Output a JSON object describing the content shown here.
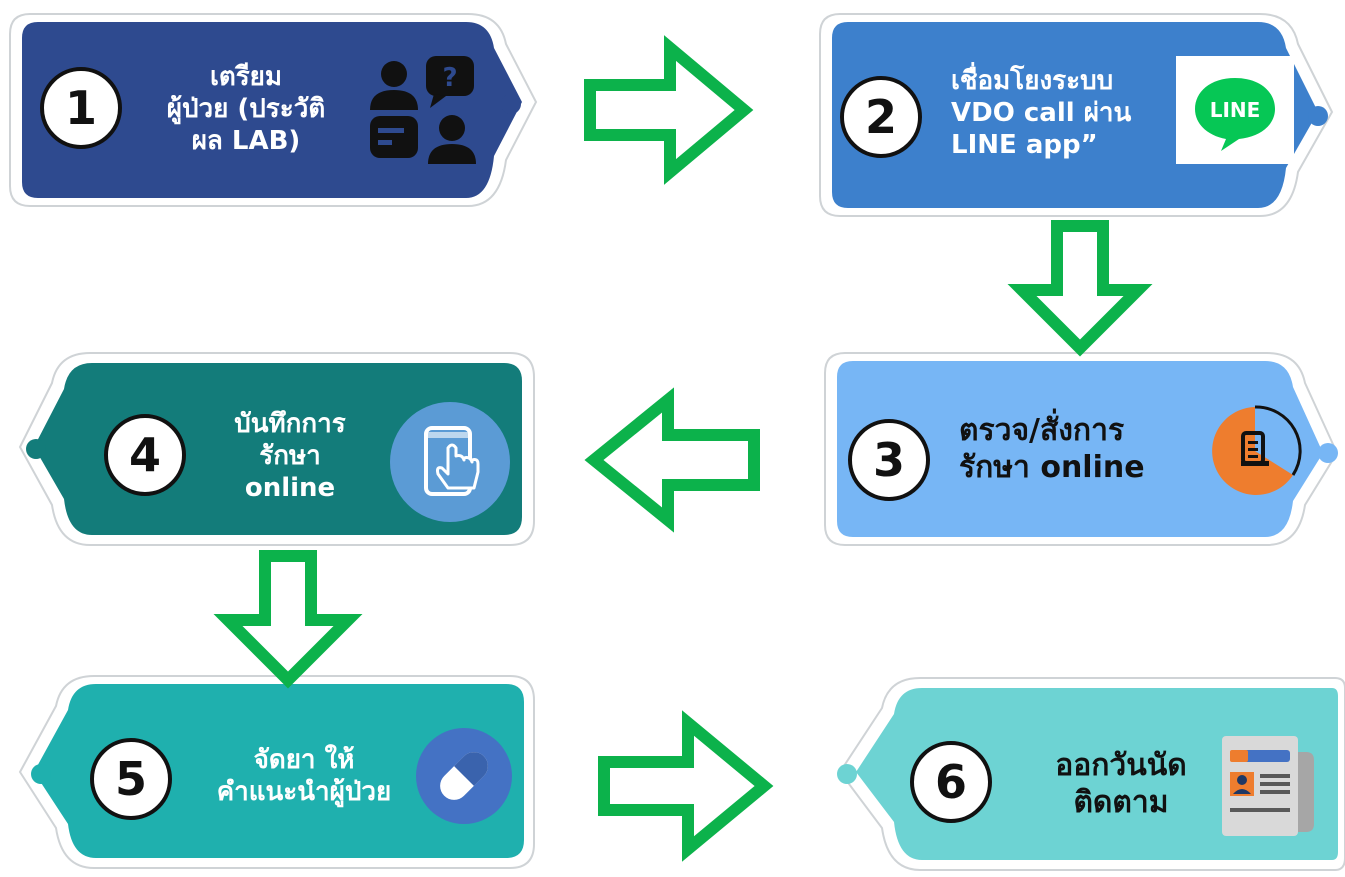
{
  "steps": [
    {
      "number": "1",
      "lines": [
        "เตรียม",
        "ผู้ป่วย (ประวัติ",
        "ผล LAB)"
      ],
      "color": "#2e4a8f",
      "icon": "patient-consultation-icon"
    },
    {
      "number": "2",
      "lines": [
        "เชื่อมโยงระบบ",
        "VDO call ผ่าน",
        "LINE app”"
      ],
      "color": "#3d80cc",
      "icon": "line-app-logo",
      "logo_text": "LINE"
    },
    {
      "number": "3",
      "lines": [
        "ตรวจ/สั่งการ",
        "รักษา online"
      ],
      "color": "#77b6f5",
      "icon": "prescription-icon"
    },
    {
      "number": "4",
      "lines": [
        "บันทึกการ",
        "รักษา",
        "online"
      ],
      "color": "#137c7a",
      "icon": "phone-tap-icon"
    },
    {
      "number": "5",
      "lines": [
        "จัดยา ให้",
        "คำแนะนำผู้ป่วย"
      ],
      "color": "#1fb0ae",
      "icon": "pill-icon"
    },
    {
      "number": "6",
      "lines": [
        "ออกวันนัด",
        "ติดตาม"
      ],
      "color": "#6dd3d3",
      "icon": "appointment-card-icon"
    }
  ],
  "arrow_color": "#0cb24b"
}
